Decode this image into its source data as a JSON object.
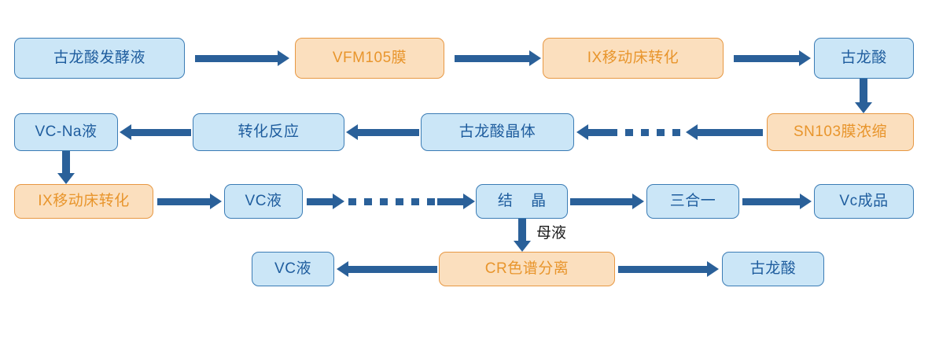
{
  "diagram": {
    "title": "Vitamin C production process flowchart",
    "colors": {
      "blue_fill": "#cbe6f7",
      "blue_border": "#3b7cb5",
      "blue_text": "#1f5d9e",
      "orange_fill": "#fbdfbe",
      "orange_border": "#e79843",
      "orange_text": "#e8952c",
      "arrow": "#2a6099",
      "background": "#ffffff"
    },
    "nodes": [
      {
        "id": "n1",
        "label": "古龙酸发酵液",
        "style": "blue"
      },
      {
        "id": "n2",
        "label": "VFM105膜",
        "style": "orange"
      },
      {
        "id": "n3",
        "label": "IX移动床转化",
        "style": "orange"
      },
      {
        "id": "n4",
        "label": "古龙酸",
        "style": "blue"
      },
      {
        "id": "n5",
        "label": "SN103膜浓缩",
        "style": "orange"
      },
      {
        "id": "n6",
        "label": "古龙酸晶体",
        "style": "blue"
      },
      {
        "id": "n7",
        "label": "转化反应",
        "style": "blue"
      },
      {
        "id": "n8",
        "label": "VC-Na液",
        "style": "blue"
      },
      {
        "id": "n9",
        "label": "IX移动床转化",
        "style": "orange"
      },
      {
        "id": "n10",
        "label": "VC液",
        "style": "blue"
      },
      {
        "id": "n11",
        "label": "结 晶",
        "style": "blue"
      },
      {
        "id": "n12",
        "label": "三合一",
        "style": "blue"
      },
      {
        "id": "n13",
        "label": "Vc成品",
        "style": "blue"
      },
      {
        "id": "n14",
        "label": "VC液",
        "style": "blue"
      },
      {
        "id": "n15",
        "label": "CR色谱分离",
        "style": "orange"
      },
      {
        "id": "n16",
        "label": "古龙酸",
        "style": "blue"
      }
    ],
    "edge_labels": [
      {
        "id": "e_mother_liquor",
        "label": "母液"
      }
    ]
  }
}
